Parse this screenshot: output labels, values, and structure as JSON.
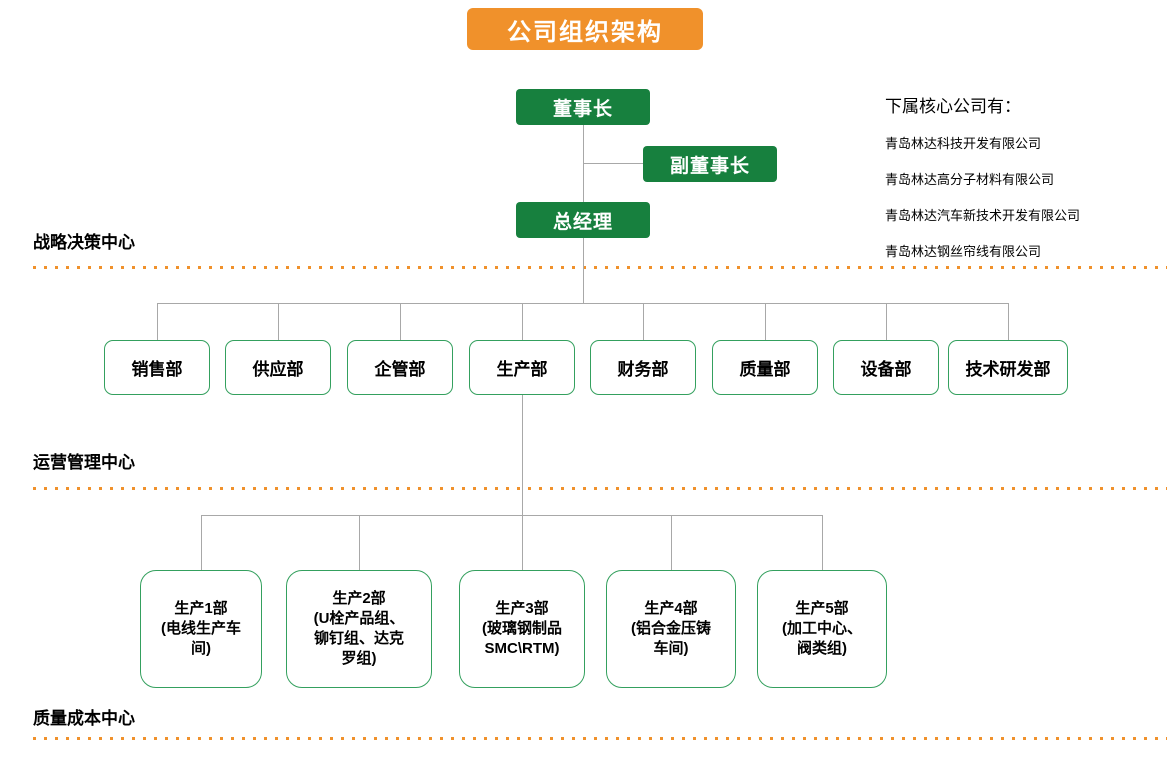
{
  "title": "公司组织架构",
  "executives": {
    "chairman": "董事长",
    "vice_chairman": "副董事长",
    "general_manager": "总经理"
  },
  "sections": {
    "strategy": "战略决策中心",
    "operations": "运营管理中心",
    "quality_cost": "质量成本中心"
  },
  "subsidiaries": {
    "header": "下属核心公司有：",
    "items": [
      "青岛林达科技开发有限公司",
      "青岛林达高分子材料有限公司",
      "青岛林达汽车新技术开发有限公司",
      "青岛林达钢丝帘线有限公司"
    ]
  },
  "departments": [
    "销售部",
    "供应部",
    "企管部",
    "生产部",
    "财务部",
    "质量部",
    "设备部",
    "技术研发部"
  ],
  "production_departments": [
    "生产1部\n(电线生产车\n间)",
    "生产2部\n(U栓产品组、\n铆钉组、达克\n罗组)",
    "生产3部\n(玻璃钢制品\nSMC\\RTM)",
    "生产4部\n(铝合金压铸\n车间)",
    "生产5部\n(加工中心、\n阀类组)"
  ],
  "colors": {
    "accent_orange": "#F0912B",
    "executive_green": "#17803E",
    "outline_green": "#34A05E",
    "connector_gray": "#A8A8A8"
  }
}
